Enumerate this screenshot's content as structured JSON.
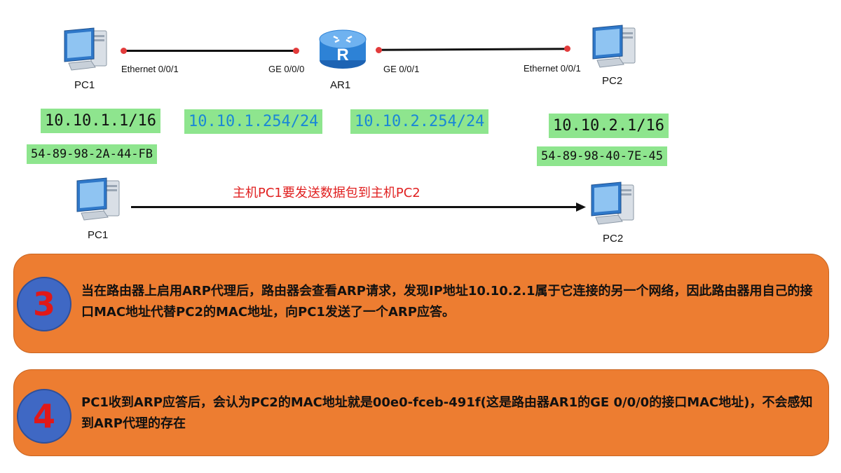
{
  "topology": {
    "pc1": {
      "name": "PC1",
      "port": "Ethernet 0/0/1",
      "ip": "10.10.1.1/16",
      "mac": "54-89-98-2A-44-FB"
    },
    "router": {
      "name": "AR1",
      "symbol": "R",
      "port_left": "GE 0/0/0",
      "port_right": "GE 0/0/1",
      "ip_left": "10.10.1.254/24",
      "ip_right": "10.10.2.254/24"
    },
    "pc2": {
      "name": "PC2",
      "port": "Ethernet 0/0/1",
      "ip": "10.10.2.1/16",
      "mac": "54-89-98-40-7E-45"
    }
  },
  "flow": {
    "caption": "主机PC1要发送数据包到主机PC2",
    "left_host": "PC1",
    "right_host": "PC2"
  },
  "steps": [
    {
      "number": "3",
      "text": "当在路由器上启用ARP代理后，路由器会查看ARP请求，发现IP地址10.10.2.1属于它连接的另一个网络，因此路由器用自己的接口MAC地址代替PC2的MAC地址，向PC1发送了一个ARP应答。"
    },
    {
      "number": "4",
      "text": "PC1收到ARP应答后，会认为PC2的MAC地址就是00e0-fceb-491f(这是路由器AR1的GE 0/0/0的接口MAC地址)，不会感知到ARP代理的存在"
    }
  ],
  "colors": {
    "link_dot": "#e23b3b",
    "tag_bg": "#8ee58e",
    "gateway_ip_text": "#1a87d6",
    "caption_text": "#e02020",
    "step_box": "#ed7d31",
    "step_circle": "#3f68c4",
    "step_number": "#e01818"
  },
  "icons": [
    "pc-icon",
    "router-icon",
    "arrow-head-icon"
  ]
}
